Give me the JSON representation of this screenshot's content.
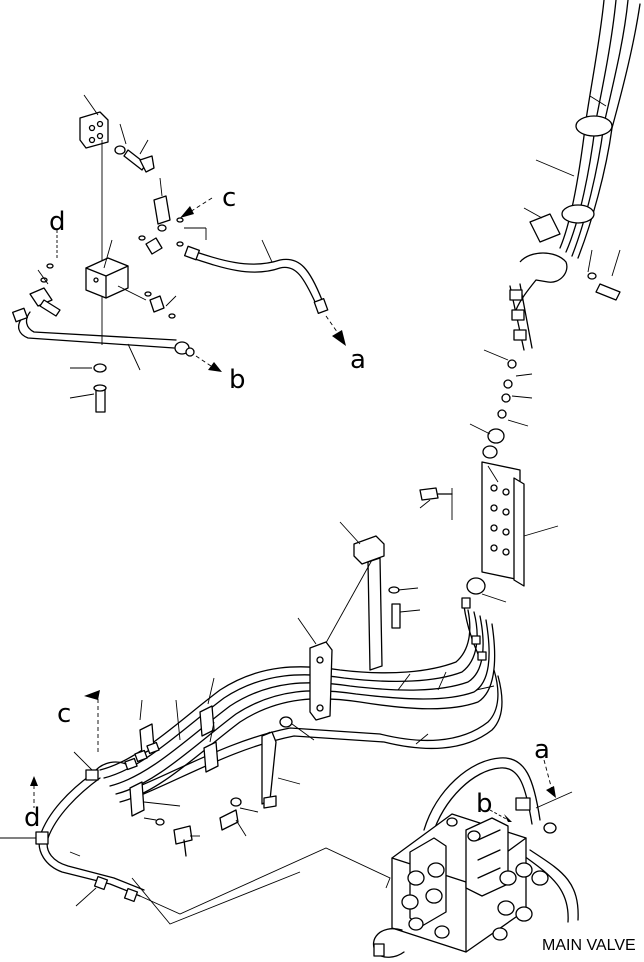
{
  "diagram": {
    "caption": "MAIN VALVE",
    "connector_labels": {
      "a1": "a",
      "a2": "a",
      "b1": "b",
      "b2": "b",
      "c1": "c",
      "c2": "c",
      "d1": "d",
      "d2": "d"
    }
  }
}
